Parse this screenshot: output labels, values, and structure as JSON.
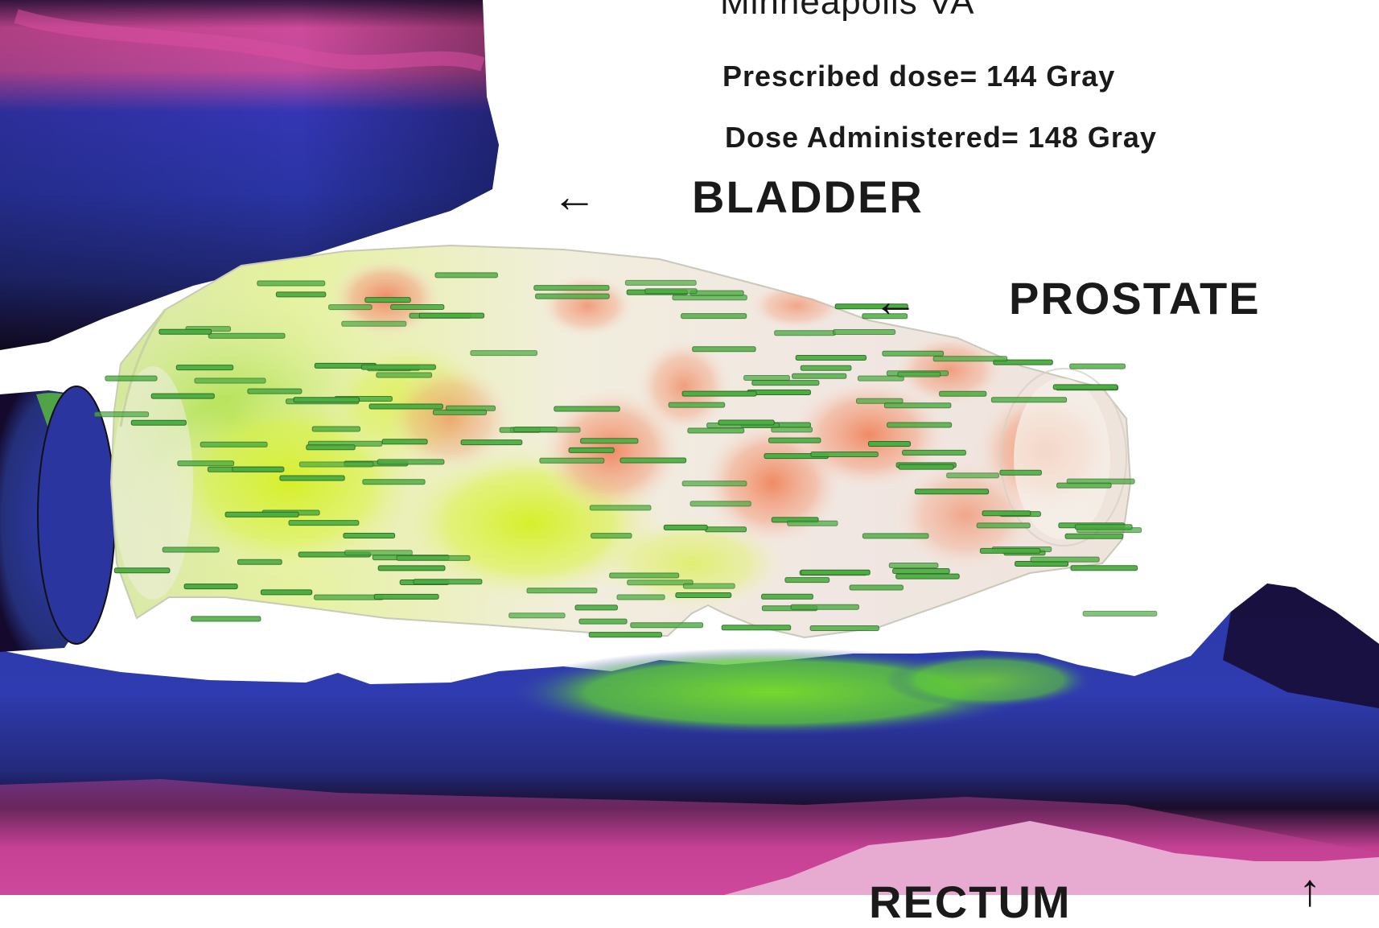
{
  "header": {
    "site": "Minneapolis VA",
    "prescribed_dose": "Prescribed dose=  144 Gray",
    "dose_administered": "Dose Administered= 148 Gray"
  },
  "labels": {
    "bladder": "BLADDER",
    "prostate": "PROSTATE",
    "rectum": "RECTUM"
  },
  "arrows": {
    "bladder": "←",
    "prostate": "←",
    "rectum": "↑"
  },
  "colors": {
    "organ_dark": "#150a2e",
    "organ_blue": "#2d3bb0",
    "organ_magenta": "#c9449a",
    "organ_green": "#6fd32c",
    "prostate_shell": "#ebe7e2",
    "prostate_hot": "#f28f6a",
    "prostate_yellow": "#d9f03a",
    "seed_green": "#4cae40"
  },
  "seed_count": 170
}
